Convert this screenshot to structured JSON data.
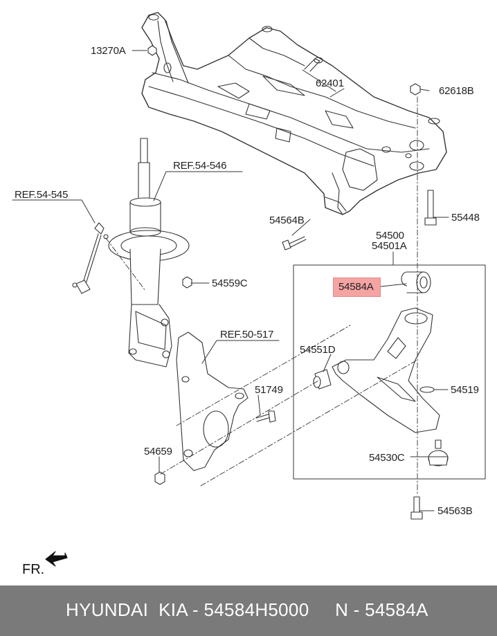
{
  "labels": {
    "p13270A": "13270A",
    "p62401": "62401",
    "p62618B": "62618B",
    "ref54546": "REF.54-546",
    "ref54545": "REF.54-545",
    "p54564B": "54564B",
    "p55448": "55448",
    "p54500": "54500",
    "p54501A": "54501A",
    "p54584A": "54584A",
    "p54559C": "54559C",
    "ref50517": "REF.50-517",
    "p54551D": "54551D",
    "p54519": "54519",
    "p51749": "51749",
    "p54530C": "54530C",
    "p54659": "54659",
    "p54563B": "54563B",
    "fr": "FR."
  },
  "footer": {
    "text": "HYUNDAI  KIA - 54584H5000     N - 54584A"
  },
  "colors": {
    "highlight_fill": "#f5a3a3",
    "footer_bg": "#7a7a7a",
    "line": "#333333"
  }
}
